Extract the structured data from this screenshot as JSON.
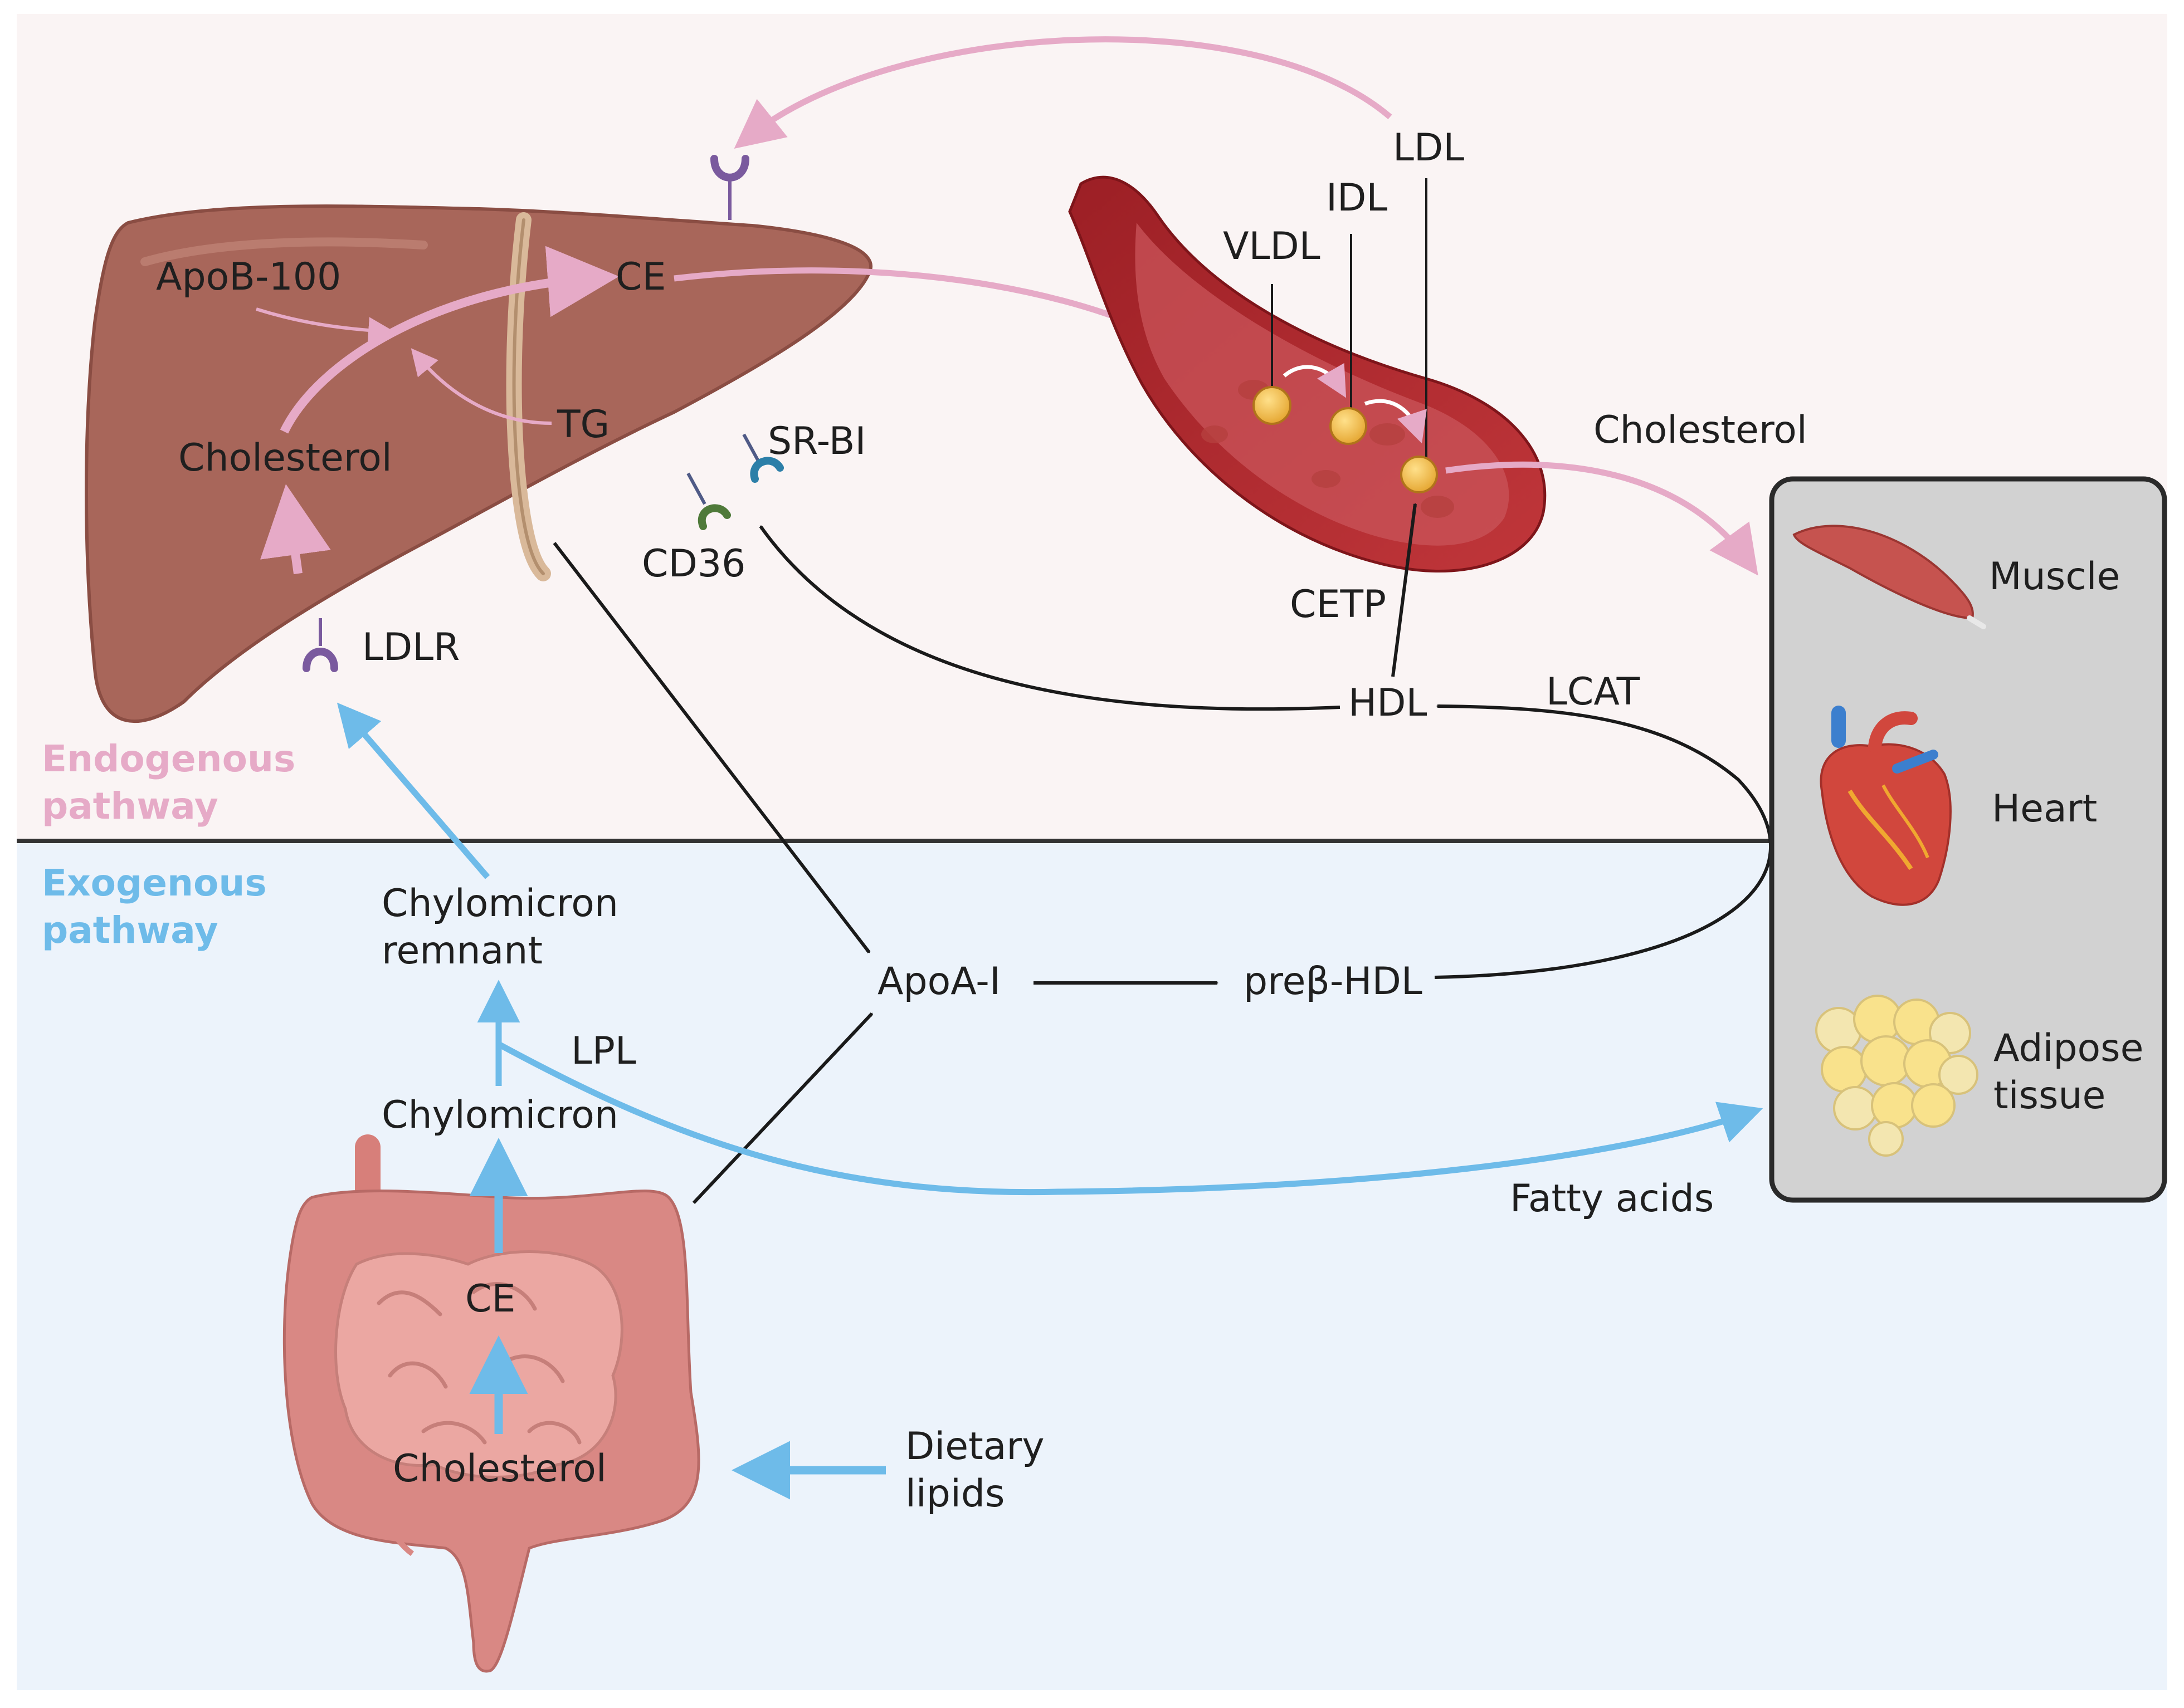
{
  "colors": {
    "endogenous_bg": "#faf4f4",
    "exogenous_bg": "#ecf3fb",
    "endogenous": "#e6aac7",
    "exogenous": "#6ebbe9",
    "black_arrow": "#1a1a1a",
    "liver": "#a8665a",
    "tissue_panel": "#d2d2d2",
    "divider": "#333333"
  },
  "icons": {
    "liver": "liver-icon",
    "blood_vessel": "blood-vessel-icon",
    "intestine": "intestine-icon",
    "muscle": "muscle-icon",
    "heart": "heart-icon",
    "adipose": "adipose-tissue-icon",
    "receptor": "receptor-icon",
    "lipoprotein": "lipoprotein-particle-icon"
  },
  "pathways": {
    "endogenous": [
      "Endogenous",
      "pathway"
    ],
    "exogenous": [
      "Exogenous",
      "pathway"
    ]
  },
  "liver": {
    "apob100": "ApoB-100",
    "ce": "CE",
    "tg": "TG",
    "cholesterol": "Cholesterol",
    "ldlr": "LDLR",
    "srbi": "SR-BI",
    "cd36": "CD36"
  },
  "vessel": {
    "vldl": "VLDL",
    "idl": "IDL",
    "ldl": "LDL",
    "cetp": "CETP",
    "hdl": "HDL",
    "lcat": "LCAT"
  },
  "flow": {
    "cholesterol_to_tissue": "Cholesterol",
    "apoa1": "ApoA-I",
    "prebeta_hdl": "preβ-HDL",
    "fatty_acids": "Fatty acids",
    "lpl": "LPL",
    "chylomicron_remnant": [
      "Chylomicron",
      "remnant"
    ],
    "chylomicron": "Chylomicron",
    "gut_ce": "CE",
    "gut_cholesterol": "Cholesterol",
    "dietary_lipids": [
      "Dietary",
      "lipids"
    ]
  },
  "tissues": {
    "muscle": "Muscle",
    "heart": "Heart",
    "adipose": [
      "Adipose",
      "tissue"
    ]
  }
}
